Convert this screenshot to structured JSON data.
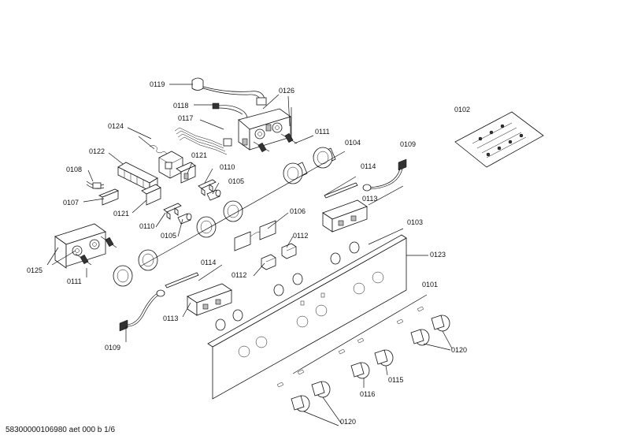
{
  "labels": {
    "l0119": "0119",
    "l0126": "0126",
    "l0118": "0118",
    "l0117": "0117",
    "l0124": "0124",
    "l0111a": "0111",
    "l0111b": "0111",
    "l0102": "0102",
    "l0104": "0104",
    "l0109a": "0109",
    "l0109b": "0109",
    "l0122": "0122",
    "l0121a": "0121",
    "l0121b": "0121",
    "l0110a": "0110",
    "l0110b": "0110",
    "l0108": "0108",
    "l0105a": "0105",
    "l0105b": "0105",
    "l0114a": "0114",
    "l0114b": "0114",
    "l0107": "0107",
    "l0113a": "0113",
    "l0113b": "0113",
    "l0106": "0106",
    "l0103": "0103",
    "l0112a": "0112",
    "l0112b": "0112",
    "l0123": "0123",
    "l0125": "0125",
    "l0101": "0101",
    "l0120a": "0120",
    "l0120b": "0120",
    "l0115": "0115",
    "l0116": "0116"
  },
  "footer": "58300000106980 aet 000 b 1/6"
}
